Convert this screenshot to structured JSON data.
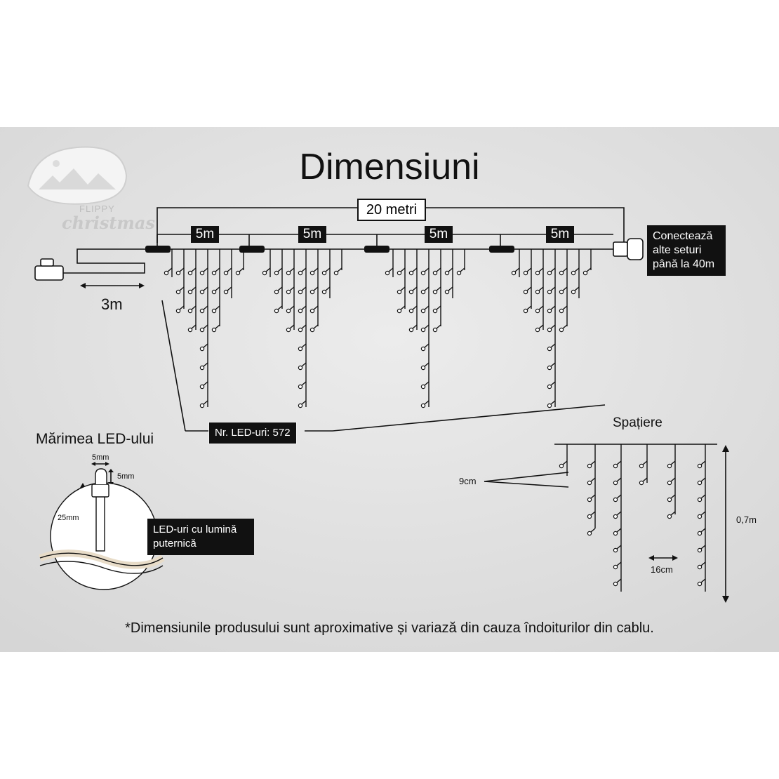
{
  "title": "Dimensiuni",
  "logo": {
    "brand_top": "FLIPPY",
    "brand_script": "christmas"
  },
  "total_length_label": "20 metri",
  "segment_labels": [
    "5m",
    "5m",
    "5m",
    "5m"
  ],
  "lead_cable_label": "3m",
  "connect_note": [
    "Conectează",
    "alte seturi",
    "până la 40m"
  ],
  "led_count_label": "Nr. LED-uri: 572",
  "led_size": {
    "heading": "Mărimea LED-ului",
    "width_label": "5mm",
    "depth_label": "5mm",
    "height_label": "25mm",
    "feature": [
      "LED-uri cu lumină",
      "puternică"
    ]
  },
  "spacing": {
    "heading": "Spațiere",
    "vertical_label": "9cm",
    "horizontal_label": "16cm",
    "drop_label": "0,7m"
  },
  "footnote": "*Dimensiunile produsului sunt aproximative și variază din cauza îndoiturilor din cablu.",
  "colors": {
    "panel": "#e3e3e3",
    "ink": "#111111",
    "bulb": "#ffffff"
  }
}
